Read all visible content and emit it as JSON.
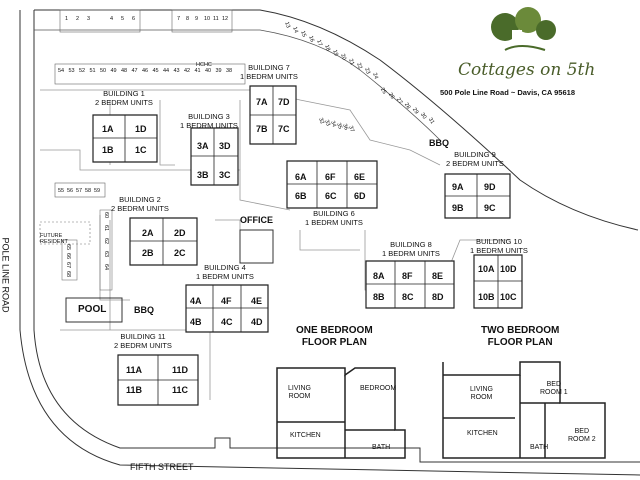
{
  "brand": {
    "name": "Cottages on 5th",
    "address": "500 Pole Line Road ~ Davis, CA 95618"
  },
  "roads": {
    "pole_line": "POLE LINE ROAD",
    "fifth": "FIFTH STREET"
  },
  "amenities": {
    "pool": "POOL",
    "bbq": "BBQ",
    "office": "OFFICE",
    "hchc": "HCHC",
    "future_resident": "FUTURE RESIDENT"
  },
  "buildings": [
    {
      "name": "BUILDING 1",
      "type": "2 BEDRM UNITS",
      "units": [
        "1A",
        "1D",
        "1B",
        "1C"
      ]
    },
    {
      "name": "BUILDING 2",
      "type": "2 BEDRM UNITS",
      "units": [
        "2A",
        "2D",
        "2B",
        "2C"
      ]
    },
    {
      "name": "BUILDING 3",
      "type": "1 BEDRM UNITS",
      "units": [
        "3A",
        "3D",
        "3B",
        "3C"
      ]
    },
    {
      "name": "BUILDING 4",
      "type": "1 BEDRM UNITS",
      "units": [
        "4A",
        "4F",
        "4E",
        "4B",
        "4C",
        "4D"
      ]
    },
    {
      "name": "BUILDING 6",
      "type": "1 BEDRM UNITS",
      "units": [
        "6A",
        "6F",
        "6E",
        "6B",
        "6C",
        "6D"
      ]
    },
    {
      "name": "BUILDING 7",
      "type": "1 BEDRM UNITS",
      "units": [
        "7A",
        "7D",
        "7B",
        "7C"
      ]
    },
    {
      "name": "BUILDING 8",
      "type": "1 BEDRM UNITS",
      "units": [
        "8A",
        "8F",
        "8E",
        "8B",
        "8C",
        "8D"
      ]
    },
    {
      "name": "BUILDING 9",
      "type": "2 BEDRM UNITS",
      "units": [
        "9A",
        "9D",
        "9B",
        "9C"
      ]
    },
    {
      "name": "BUILDING 10",
      "type": "1 BEDRM UNITS",
      "units": [
        "10A",
        "10D",
        "10B",
        "10C"
      ]
    },
    {
      "name": "BUILDING 11",
      "type": "2 BEDRM UNITS",
      "units": [
        "11A",
        "11D",
        "11B",
        "11C"
      ]
    }
  ],
  "parking": {
    "top_left": [
      "1",
      "2",
      "3",
      "4",
      "5",
      "6"
    ],
    "top_mid": [
      "7",
      "8",
      "9",
      "10",
      "11",
      "12"
    ],
    "diagonal": [
      "13",
      "14",
      "15",
      "16",
      "17",
      "18",
      "19",
      "20",
      "21",
      "22",
      "23",
      "24"
    ],
    "right": [
      "25",
      "26",
      "27",
      "28",
      "29",
      "30",
      "31"
    ],
    "bottom_mid": [
      "32",
      "33",
      "34",
      "35",
      "36",
      "37"
    ],
    "north_row": [
      "54",
      "53",
      "52",
      "51",
      "50",
      "49",
      "48",
      "47",
      "46",
      "45",
      "44",
      "43",
      "42",
      "41",
      "40",
      "39",
      "38"
    ],
    "west_row": [
      "55",
      "56",
      "57",
      "58",
      "59"
    ],
    "west_col_a": [
      "60",
      "61",
      "62",
      "63",
      "64"
    ],
    "west_col_b": [
      "65",
      "66",
      "67",
      "68"
    ]
  },
  "floor_plans": {
    "one": {
      "title_1": "ONE BEDROOM",
      "title_2": "FLOOR PLAN",
      "living": "LIVING\nROOM",
      "bedroom": "BEDROOM",
      "kitchen": "KITCHEN",
      "bath": "BATH"
    },
    "two": {
      "title_1": "TWO BEDROOM",
      "title_2": "FLOOR PLAN",
      "living": "LIVING\nROOM",
      "bed1": "BED\nROOM 1",
      "bed2": "BED\nROOM 2",
      "kitchen": "KITCHEN",
      "bath": "BATH"
    }
  },
  "colors": {
    "line": "#333333",
    "path": "#999999",
    "logo_green": "#4a6b2a"
  }
}
